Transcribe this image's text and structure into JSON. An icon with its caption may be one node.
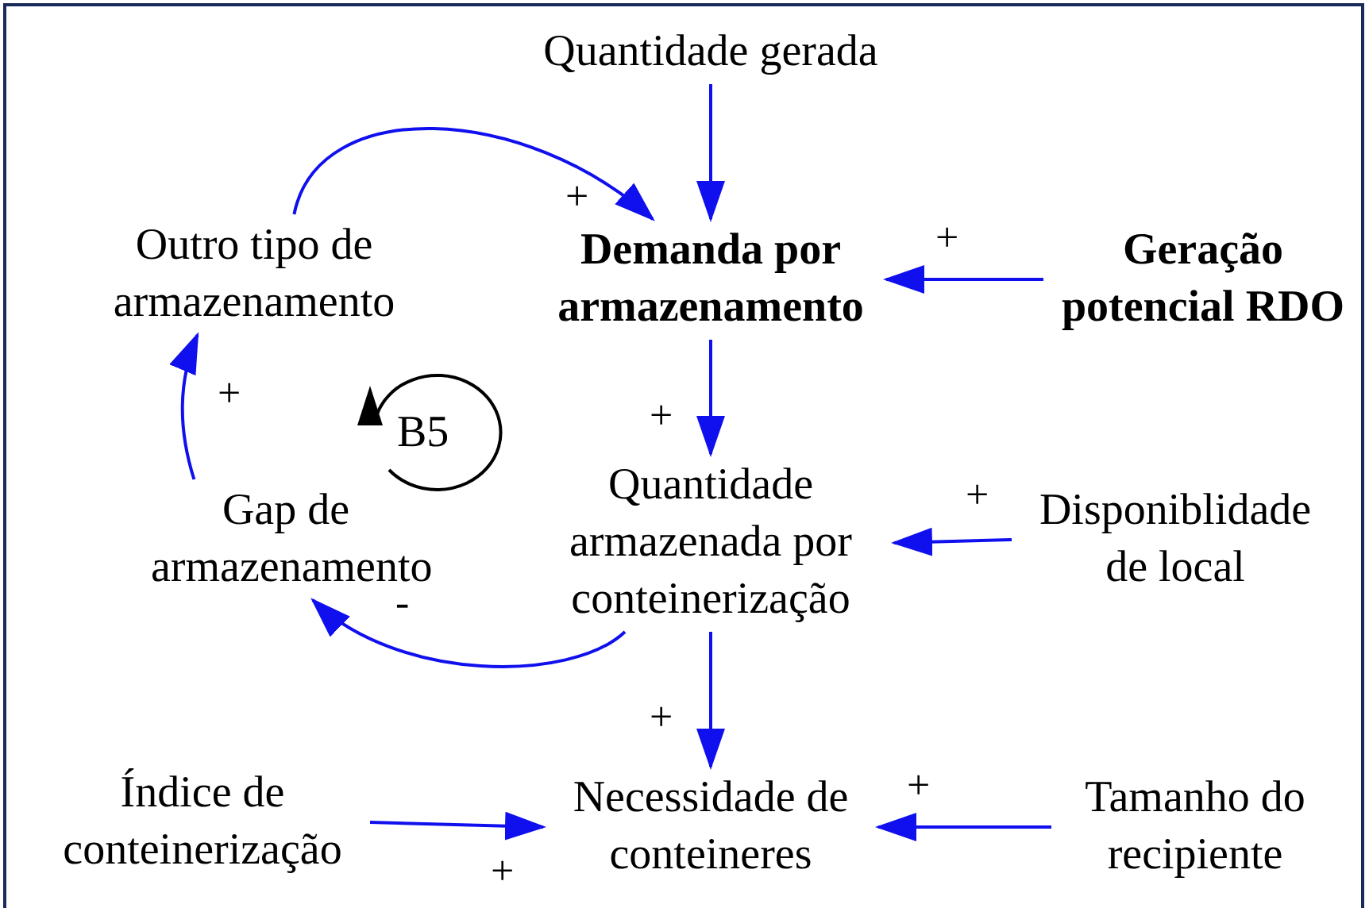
{
  "diagram": {
    "nodes": [
      {
        "text": [
          "Quantidade gerada"
        ]
      },
      {
        "text": [
          "Outro tipo de armazenamento"
        ]
      },
      {
        "text": [
          "Demanda por armazenamento"
        ]
      },
      {
        "text": [
          "Geração potencial RDO"
        ]
      },
      {
        "text": [
          "Gap de armazenamento"
        ]
      },
      {
        "text": [
          "Quantidade armazenada por conteinerização"
        ]
      },
      {
        "text": [
          "Disponiblidade de local"
        ]
      },
      {
        "text": [
          "Índice de conteinerização"
        ]
      },
      {
        "text": [
          "Necessidade de conteineres"
        ]
      },
      {
        "text": [
          "Tamanho do recipiente"
        ]
      }
    ],
    "edges": [
      {
        "from": 0,
        "to": 2,
        "arrow": "to"
      },
      {
        "from": 1,
        "to": 2,
        "arrow": "to",
        "label": "+"
      },
      {
        "from": 3,
        "to": 2,
        "arrow": "to",
        "label": "+"
      },
      {
        "from": 2,
        "to": 5,
        "arrow": "to",
        "label": "+"
      },
      {
        "from": 6,
        "to": 5,
        "arrow": "to",
        "label": "+"
      },
      {
        "from": 5,
        "to": 4,
        "arrow": "to",
        "label": "-"
      },
      {
        "from": 4,
        "to": 1,
        "arrow": "to",
        "label": "+"
      },
      {
        "from": 5,
        "to": 8,
        "arrow": "to",
        "label": "+"
      },
      {
        "from": 7,
        "to": 8,
        "arrow": "to",
        "label": "+"
      },
      {
        "from": 9,
        "to": 8,
        "arrow": "to",
        "label": "+"
      }
    ],
    "labels": [
      "B5"
    ]
  }
}
